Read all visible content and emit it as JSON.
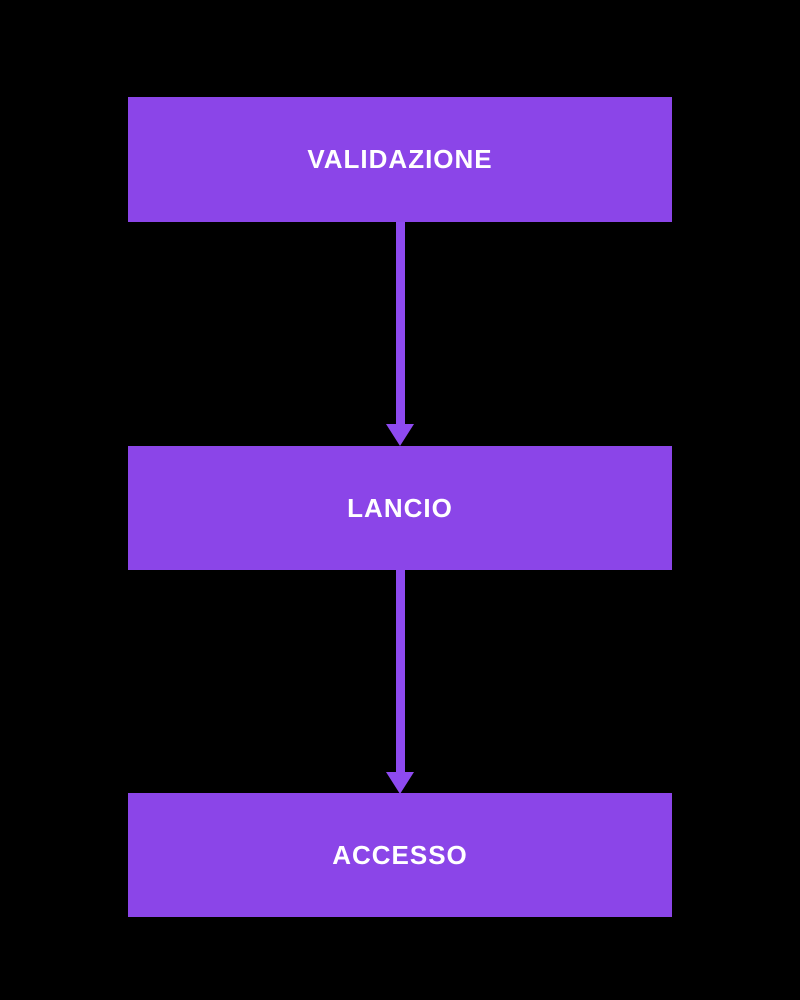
{
  "colors": {
    "bg": "#000000",
    "node": "#8B45E8",
    "arrow": "#8E4AF0",
    "text": "#FFFFFF"
  },
  "flowchart": {
    "type": "vertical-flow",
    "nodes": [
      {
        "label": "VALIDAZIONE"
      },
      {
        "label": "LANCIO"
      },
      {
        "label": "ACCESSO"
      }
    ],
    "connections": [
      {
        "from": "VALIDAZIONE",
        "to": "LANCIO"
      },
      {
        "from": "LANCIO",
        "to": "ACCESSO"
      }
    ]
  }
}
